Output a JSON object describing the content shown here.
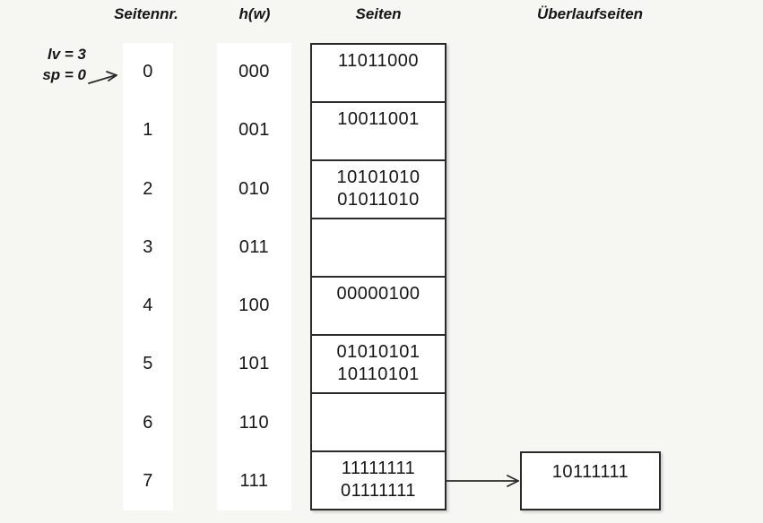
{
  "headers": {
    "seitennr": "Seitennr.",
    "hw": "h(w)",
    "seiten": "Seiten",
    "ueberlauf": "Überlaufseiten"
  },
  "pointer": {
    "lv": "lv = 3",
    "sp": "sp = 0"
  },
  "rows": [
    {
      "number": "0",
      "hash": "000",
      "lines": [
        "11011000"
      ]
    },
    {
      "number": "1",
      "hash": "001",
      "lines": [
        "10011001"
      ]
    },
    {
      "number": "2",
      "hash": "010",
      "lines": [
        "10101010",
        "01011010"
      ]
    },
    {
      "number": "3",
      "hash": "011",
      "lines": []
    },
    {
      "number": "4",
      "hash": "100",
      "lines": [
        "00000100"
      ]
    },
    {
      "number": "5",
      "hash": "101",
      "lines": [
        "01010101",
        "10110101"
      ]
    },
    {
      "number": "6",
      "hash": "110",
      "lines": []
    },
    {
      "number": "7",
      "hash": "111",
      "lines": [
        "11111111",
        "01111111"
      ]
    }
  ],
  "overflow": {
    "value": "10111111",
    "attached_to_row": "7"
  },
  "colors": {
    "background": "#f6f6f3",
    "ink": "#2a2a2a",
    "box_background": "#ffffff"
  }
}
